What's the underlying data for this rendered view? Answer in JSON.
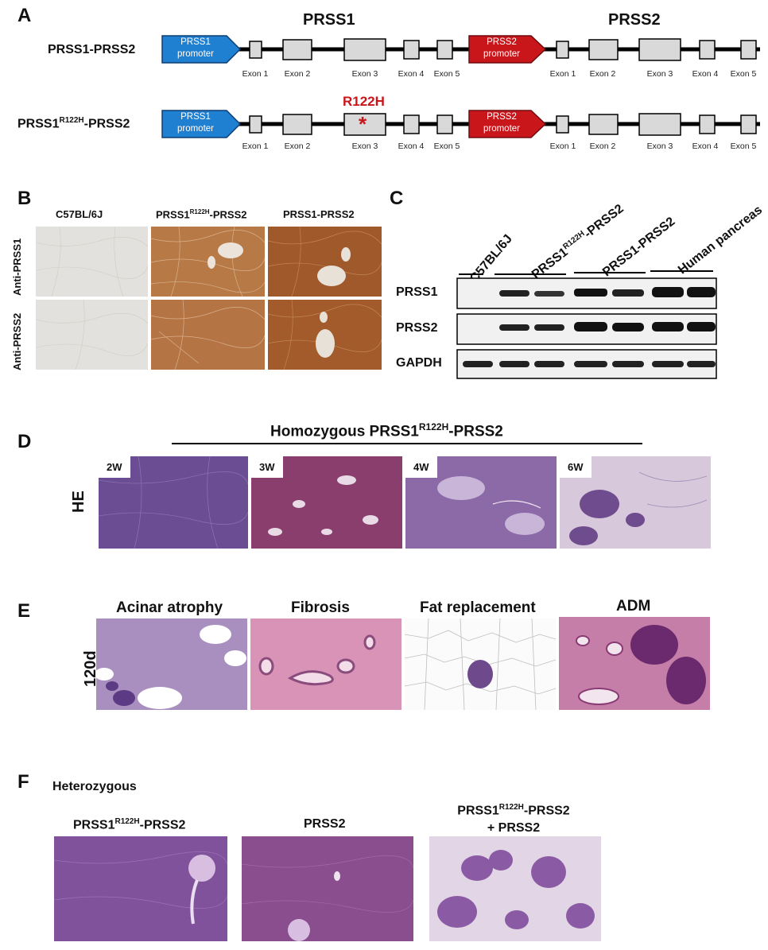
{
  "panelA": {
    "label": "A",
    "gene1": "PRSS1",
    "gene2": "PRSS2",
    "row1_name": "PRSS1-PRSS2",
    "row2_name_main": "PRSS1",
    "row2_name_sup": "R122H",
    "row2_name_tail": "-PRSS2",
    "promoter1_l1": "PRSS1",
    "promoter1_l2": "promoter",
    "promoter2_l1": "PRSS2",
    "promoter2_l2": "promoter",
    "exons": [
      "Exon 1",
      "Exon 2",
      "Exon 3",
      "Exon 4",
      "Exon 5"
    ],
    "mutation": "R122H",
    "mutation_mark": "*",
    "colors": {
      "promoter1": "#1f7fd1",
      "promoter2": "#c8161b",
      "exon": "#d9d9d9",
      "mutation": "#c8161b"
    }
  },
  "panelB": {
    "label": "B",
    "col1": "C57BL/6J",
    "col2_main": "PRSS1",
    "col2_sup": "R122H",
    "col2_tail": "-PRSS2",
    "col3": "PRSS1-PRSS2",
    "row1": "Anti-PRSS1",
    "row2": "Anti-PRSS2"
  },
  "panelC": {
    "label": "C",
    "lanes": [
      "C57BL/6J",
      "PRSS1R122H-PRSS2",
      "PRSS1-PRSS2",
      "Human pancreas"
    ],
    "lane2_main": "PRSS1",
    "lane2_sup": "R122H",
    "lane2_tail": "-PRSS2",
    "blots": [
      "PRSS1",
      "PRSS2",
      "GAPDH"
    ]
  },
  "panelD": {
    "label": "D",
    "title_main": "Homozygous PRSS1",
    "title_sup": "R122H",
    "title_tail": "-PRSS2",
    "row_label": "HE",
    "timepoints": [
      "2W",
      "3W",
      "4W",
      "6W"
    ]
  },
  "panelE": {
    "label": "E",
    "row_label": "120d",
    "titles": [
      "Acinar atrophy",
      "Fibrosis",
      "Fat replacement",
      "ADM"
    ]
  },
  "panelF": {
    "label": "F",
    "subtitle": "Heterozygous",
    "col1_main": "PRSS1",
    "col1_sup": "R122H",
    "col1_tail": "-PRSS2",
    "col2": "PRSS2",
    "col3_l1_main": "PRSS1",
    "col3_l1_sup": "R122H",
    "col3_l1_tail": "-PRSS2",
    "col3_l2": "+ PRSS2"
  }
}
